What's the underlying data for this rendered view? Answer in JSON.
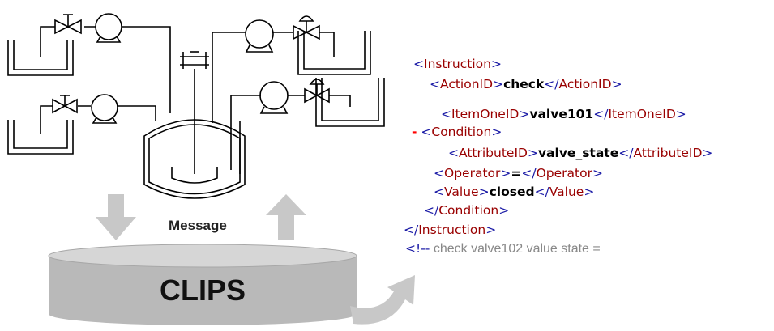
{
  "diagram": {
    "message_label": "Message",
    "engine_label": "CLIPS"
  },
  "xml": {
    "instruction_open": {
      "lt": "<",
      "name": "Instruction",
      "gt": ">"
    },
    "action": {
      "lt1": "<",
      "name1": "ActionID",
      "gt1": ">",
      "value": "check",
      "lt2": "</",
      "name2": "ActionID",
      "gt2": ">"
    },
    "item": {
      "lt1": "<",
      "name1": "ItemOneID",
      "gt1": ">",
      "value": "valve101",
      "lt2": "</",
      "name2": "ItemOneID",
      "gt2": ">"
    },
    "condition_open": {
      "minus": "-",
      "lt": "<",
      "name": "Condition",
      "gt": ">"
    },
    "attribute": {
      "lt1": "<",
      "name1": "AttributeID",
      "gt1": ">",
      "value": "valve_state",
      "lt2": "</",
      "name2": "AttributeID",
      "gt2": ">"
    },
    "operator": {
      "lt1": "<",
      "name1": "Operator",
      "gt1": ">",
      "value": "=",
      "lt2": "</",
      "name2": "Operator",
      "gt2": ">"
    },
    "value_el": {
      "lt1": "<",
      "name1": "Value",
      "gt1": ">",
      "value": "closed",
      "lt2": "</",
      "name2": "Value",
      "gt2": ">"
    },
    "condition_close": {
      "lt": "</",
      "name": "Condition",
      "gt": ">"
    },
    "instruction_close": {
      "lt": "</",
      "name": "Instruction",
      "gt": ">"
    },
    "comment": {
      "open": "<!--",
      "text": " check valve102 value state ="
    }
  },
  "colors": {
    "xml_tag": "#1a1aa6",
    "xml_name": "#990000",
    "arrow": "#c8c8c8",
    "cylinder_body": "#b9b9b9",
    "cylinder_top": "#d6d6d6"
  }
}
